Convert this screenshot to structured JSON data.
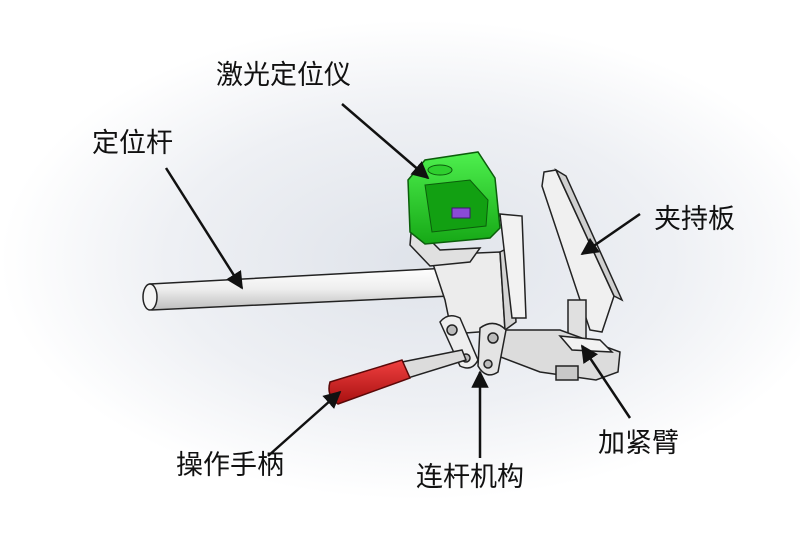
{
  "labels": {
    "laser_locator": "激光定位仪",
    "locating_rod": "定位杆",
    "clamp_plate": "夹持板",
    "clamping_arm": "加紧臂",
    "operating_handle": "操作手柄",
    "linkage_mechanism": "连杆机构"
  },
  "colors": {
    "laser_body": "#2bd62b",
    "handle_grip": "#d81e1e",
    "metal": "#eeeeee",
    "outline": "#222222",
    "background_glow": "#e4e8ee"
  }
}
